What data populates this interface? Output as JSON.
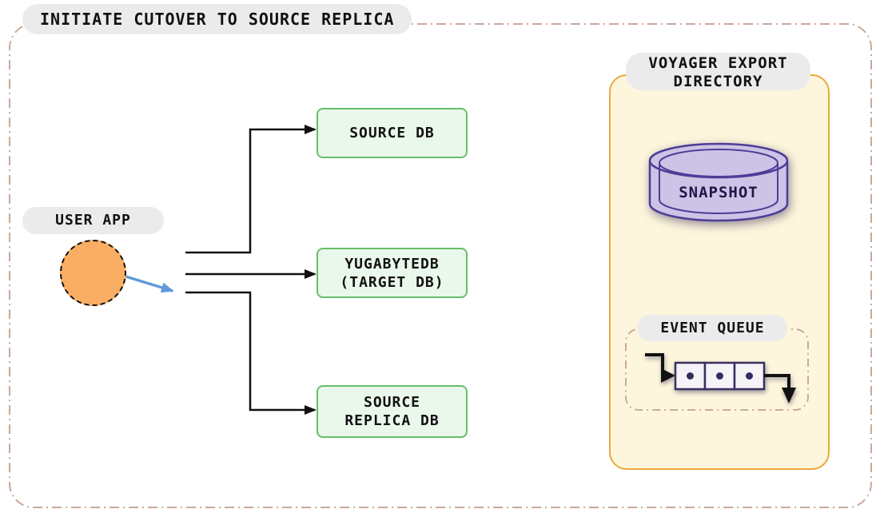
{
  "title": "INITIATE CUTOVER TO SOURCE REPLICA",
  "user_app": {
    "label": "USER APP"
  },
  "nodes": {
    "source_db": {
      "lines": [
        "SOURCE DB"
      ]
    },
    "target_db": {
      "lines": [
        "YUGABYTEDB",
        "(TARGET DB)"
      ]
    },
    "source_replica_db": {
      "lines": [
        "SOURCE",
        "REPLICA DB"
      ]
    }
  },
  "voyager": {
    "title_lines": [
      "VOYAGER EXPORT",
      "DIRECTORY"
    ],
    "snapshot_label": "SNAPSHOT",
    "event_queue": {
      "label": "EVENT QUEUE",
      "item_count": 3
    }
  },
  "colors": {
    "canvas_bg": "#ffffff",
    "frame_border": "#c9a99a",
    "pill_bg": "#ebebeb",
    "text_ink": "#111111",
    "node_green_fill": "#eaf7eb",
    "node_green_border": "#66bf6a",
    "user_app_fill": "#f9ae63",
    "arrow_black": "#111111",
    "arrow_blue": "#5e9ad8",
    "voyager_fill": "#fdf6dc",
    "voyager_border": "#eaa83c",
    "snapshot_fill": "#cdc3e6",
    "snapshot_stroke": "#4e3d96",
    "snapshot_text": "#1e1747",
    "queue_cell_fill": "#f5f3f7",
    "queue_cell_stroke": "#37305e"
  }
}
